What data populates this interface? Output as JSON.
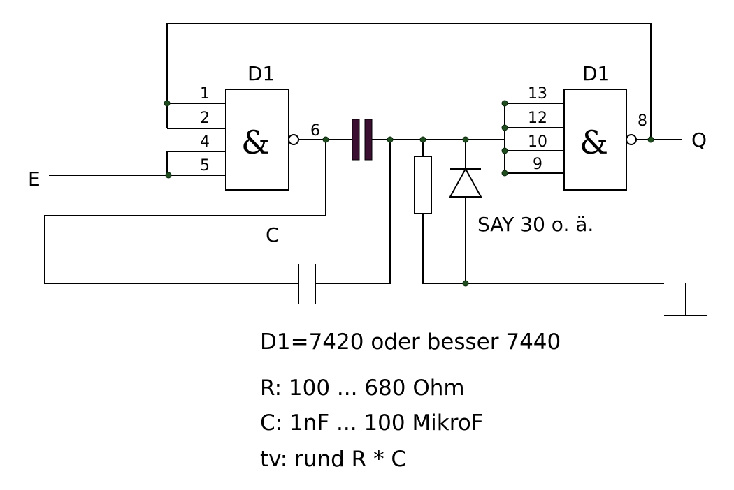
{
  "gates": {
    "left": {
      "name": "D1",
      "symbol": "&",
      "pins_in": [
        "1",
        "2",
        "4",
        "5"
      ],
      "pin_out": "6"
    },
    "right": {
      "name": "D1",
      "symbol": "&",
      "pins_in": [
        "13",
        "12",
        "10",
        "9"
      ],
      "pin_out": "8"
    }
  },
  "terminals": {
    "input": "E",
    "output": "Q"
  },
  "components": {
    "capacitor_label": "C",
    "diode_label": "SAY 30 o. ä."
  },
  "notes": [
    "D1=7420 oder besser 7440",
    "R: 100 ... 680 Ohm",
    "C: 1nF ... 100 MikroF",
    "tv: rund R * C"
  ],
  "colors": {
    "wire": "#000000",
    "capacitor_fill": "#3b0f32",
    "junction": "#1f4d1f"
  }
}
